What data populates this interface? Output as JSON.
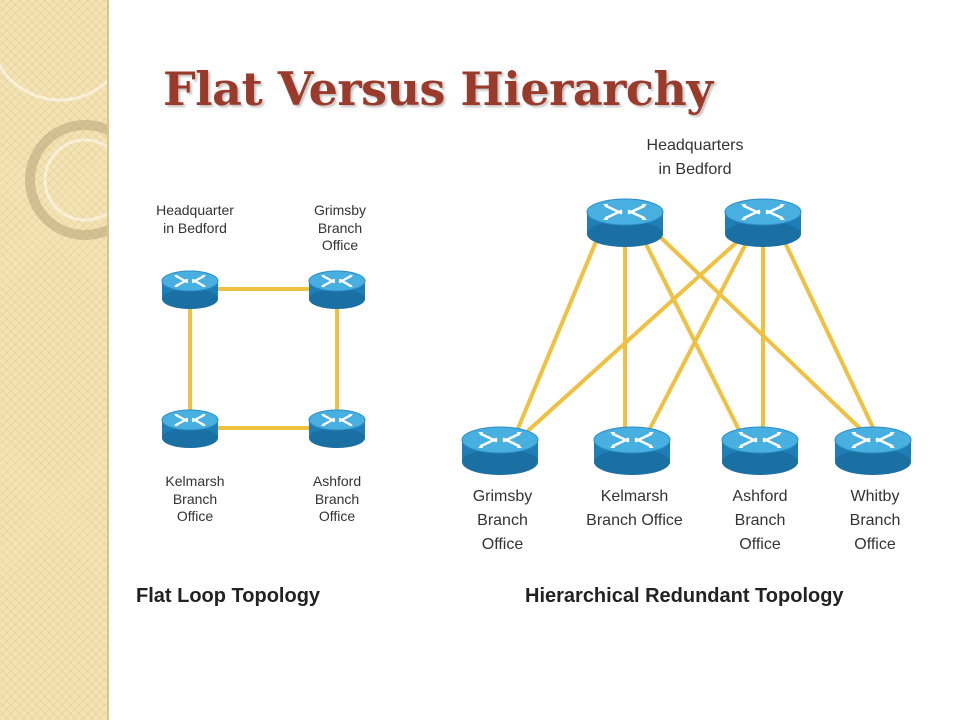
{
  "title": "Flat Versus Hierarchy",
  "flat": {
    "caption": "Flat Loop Topology",
    "nodes": [
      {
        "id": "hq",
        "lines": [
          "Headquarter",
          "in Bedford"
        ]
      },
      {
        "id": "grimsby",
        "lines": [
          "Grimsby",
          "Branch",
          "Office"
        ]
      },
      {
        "id": "kelmarsh",
        "lines": [
          "Kelmarsh",
          "Branch",
          "Office"
        ]
      },
      {
        "id": "ashford",
        "lines": [
          "Ashford",
          "Branch",
          "Office"
        ]
      }
    ],
    "links": [
      [
        "hq",
        "grimsby"
      ],
      [
        "grimsby",
        "ashford"
      ],
      [
        "ashford",
        "kelmarsh"
      ],
      [
        "kelmarsh",
        "hq"
      ]
    ]
  },
  "hier": {
    "caption": "Hierarchical Redundant Topology",
    "hq_label": [
      "Headquarters",
      "in Bedford"
    ],
    "core": [
      "core1",
      "core2"
    ],
    "branches": [
      {
        "id": "grimsby",
        "lines": [
          "Grimsby",
          "Branch",
          "Office"
        ]
      },
      {
        "id": "kelmarsh",
        "lines": [
          "Kelmarsh",
          "Branch Office"
        ]
      },
      {
        "id": "ashford",
        "lines": [
          "Ashford",
          "Branch",
          "Office"
        ]
      },
      {
        "id": "whitby",
        "lines": [
          "Whitby",
          "Branch",
          "Office"
        ]
      }
    ]
  },
  "colors": {
    "link": "#f0c040",
    "router_top": "#3aa0d4",
    "router_body": "#1e7fb8",
    "title": "#9a3a2a"
  },
  "icons": {
    "router": "router-icon"
  }
}
